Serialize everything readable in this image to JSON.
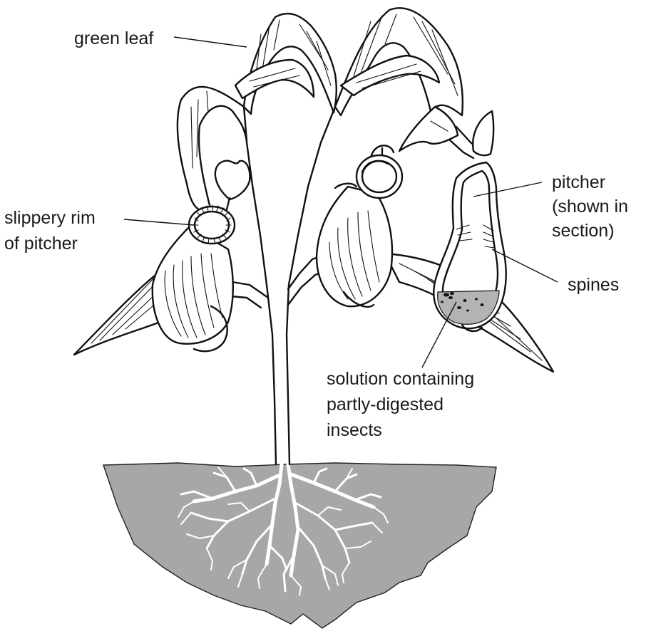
{
  "labels": {
    "green_leaf": "green leaf",
    "slippery_rim_1": "slippery rim",
    "slippery_rim_2": "of pitcher",
    "pitcher_1": "pitcher",
    "pitcher_2": "(shown in",
    "pitcher_3": "section)",
    "spines": "spines",
    "solution_1": "solution containing",
    "solution_2": "partly-digested",
    "solution_3": "insects"
  },
  "colors": {
    "soil": "#a6a7a9",
    "ink": "#111111",
    "fluid": "#b3b3b3"
  }
}
